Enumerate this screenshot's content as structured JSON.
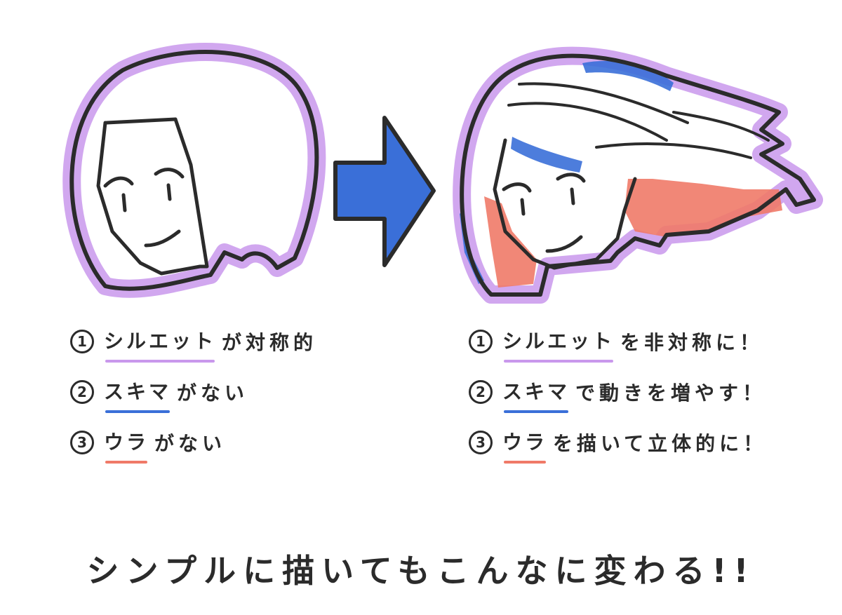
{
  "colors": {
    "silhouette": "#c998ec",
    "gap": "#3a6fd8",
    "back": "#f07a68",
    "arrow": "#3a6fd8",
    "ink": "#2b2b2b"
  },
  "left_notes": [
    {
      "number": "1",
      "keyword": "シルエット",
      "rest": "が対称的"
    },
    {
      "number": "2",
      "keyword": "スキマ",
      "rest": "がない"
    },
    {
      "number": "3",
      "keyword": "ウラ",
      "rest": "がない"
    }
  ],
  "right_notes": [
    {
      "number": "1",
      "keyword": "シルエット",
      "rest": "を非対称に！"
    },
    {
      "number": "2",
      "keyword": "スキマ",
      "rest": "で動きを増やす！"
    },
    {
      "number": "3",
      "keyword": "ウラ",
      "rest": "を描いて立体的に！"
    }
  ],
  "bottom_text": "シンプルに描いてもこんなに変わる!!"
}
